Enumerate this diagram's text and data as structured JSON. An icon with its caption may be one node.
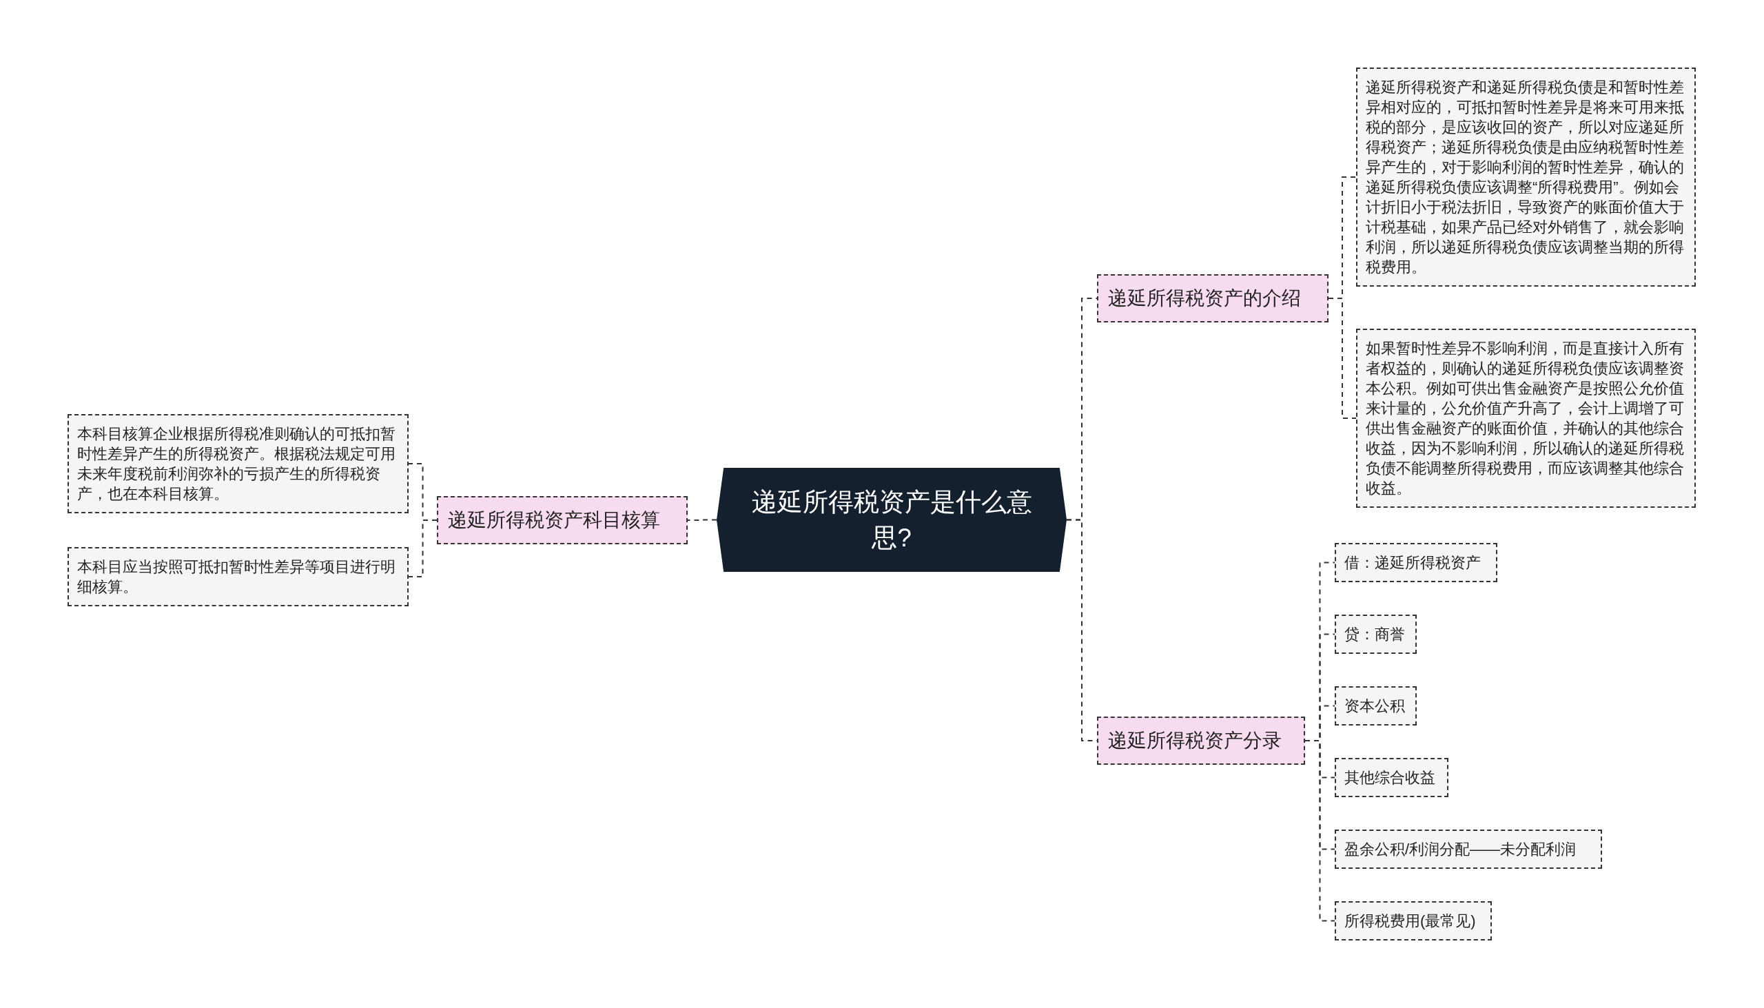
{
  "diagram": {
    "nodes": [
      {
        "text": [
          "递延所得税资产是什么意思?"
        ]
      },
      {
        "text": [
          "递延所得税资产的介绍"
        ]
      },
      {
        "text": [
          "递延所得税资产和递延所得税负债是和暂时性差异相对应的，可抵扣暂时性差异是将来可用来抵税的部分，是应该收回的资产，所以对应递延所得税资产；递延所得税负债是由应纳税暂时性差异产生的，对于影响利润的暂时性差异，确认的递延所得税负债应该调整“所得税费用”。例如会计折旧小于税法折旧，导致资产的账面价值大于计税基础，如果产品已经对外销售了，就会影响利润，所以递延所得税负债应该调整当期的所得税费用。"
        ]
      },
      {
        "text": [
          "如果暂时性差异不影响利润，而是直接计入所有者权益的，则确认的递延所得税负债应该调整资本公积。例如可供出售金融资产是按照公允价值来计量的，公允价值产升高了，会计上调增了可供出售金融资产的账面价值，并确认的其他综合收益，因为不影响利润，所以确认的递延所得税负债不能调整所得税费用，而应该调整其他综合收益。"
        ]
      },
      {
        "text": [
          "递延所得税资产分录"
        ]
      },
      {
        "text": [
          "借：递延所得税资产"
        ]
      },
      {
        "text": [
          "贷：商誉"
        ]
      },
      {
        "text": [
          "资本公积"
        ]
      },
      {
        "text": [
          "其他综合收益"
        ]
      },
      {
        "text": [
          "盈余公积/利润分配——未分配利润"
        ]
      },
      {
        "text": [
          "所得税费用(最常见)"
        ]
      },
      {
        "text": [
          "递延所得税资产科目核算"
        ]
      },
      {
        "text": [
          "本科目核算企业根据所得税准则确认的可抵扣暂时性差异产生的所得税资产。根据税法规定可用未来年度税前利润弥补的亏损产生的所得税资产，也在本科目核算。"
        ]
      },
      {
        "text": [
          "本科目应当按照可抵扣暂时性差异等项目进行明细核算。"
        ]
      }
    ],
    "edges": [
      {
        "from": 0,
        "to": 1,
        "arrow": "none"
      },
      {
        "from": 1,
        "to": 2,
        "arrow": "none"
      },
      {
        "from": 1,
        "to": 3,
        "arrow": "none"
      },
      {
        "from": 0,
        "to": 4,
        "arrow": "none"
      },
      {
        "from": 4,
        "to": 5,
        "arrow": "none"
      },
      {
        "from": 4,
        "to": 6,
        "arrow": "none"
      },
      {
        "from": 4,
        "to": 7,
        "arrow": "none"
      },
      {
        "from": 4,
        "to": 8,
        "arrow": "none"
      },
      {
        "from": 4,
        "to": 9,
        "arrow": "none"
      },
      {
        "from": 4,
        "to": 10,
        "arrow": "none"
      },
      {
        "from": 0,
        "to": 11,
        "arrow": "none"
      },
      {
        "from": 11,
        "to": 12,
        "arrow": "none"
      },
      {
        "from": 11,
        "to": 13,
        "arrow": "none"
      }
    ]
  }
}
